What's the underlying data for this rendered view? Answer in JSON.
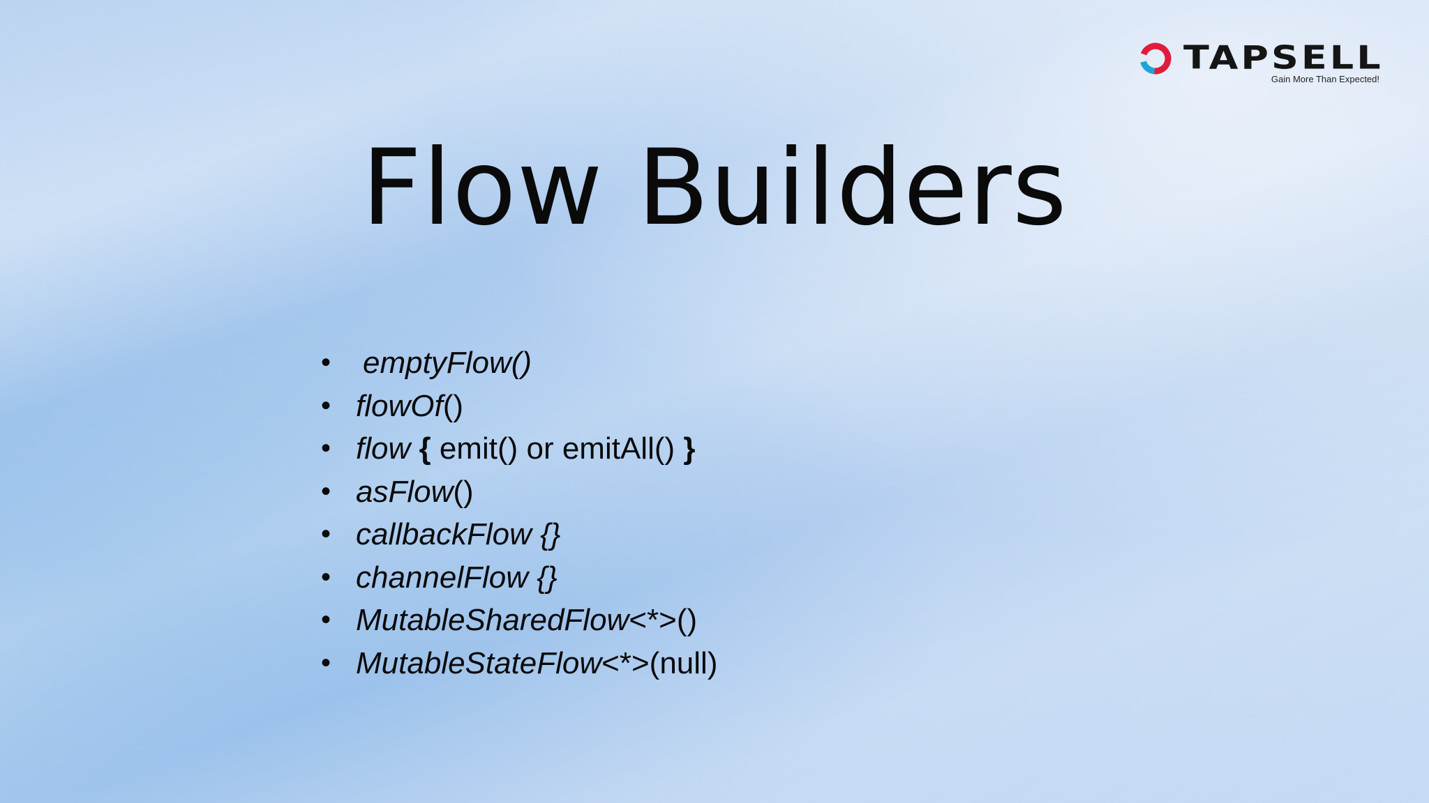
{
  "logo": {
    "wordmark": "TAPSELL",
    "tagline": "Gain More Than Expected!",
    "colors": {
      "ring_red": "#e11b3c",
      "ring_blue": "#1fa4d6",
      "text": "#151515"
    }
  },
  "title": "Flow Builders",
  "bullet_glyph": "•",
  "items": [
    {
      "parts": [
        {
          "t": "emptyFlow()",
          "s": "it"
        }
      ]
    },
    {
      "parts": [
        {
          "t": "flowOf",
          "s": "it"
        },
        {
          "t": "()",
          "s": ""
        }
      ]
    },
    {
      "parts": [
        {
          "t": "flow",
          "s": "it"
        },
        {
          "t": " {",
          "s": "b"
        },
        {
          "t": " emit() or emitAll() ",
          "s": ""
        },
        {
          "t": "}",
          "s": "b"
        }
      ]
    },
    {
      "parts": [
        {
          "t": "asFlow",
          "s": "it"
        },
        {
          "t": "()",
          "s": ""
        }
      ]
    },
    {
      "parts": [
        {
          "t": "callbackFlow {}",
          "s": "it"
        }
      ]
    },
    {
      "parts": [
        {
          "t": "channelFlow {}",
          "s": "it"
        }
      ]
    },
    {
      "parts": [
        {
          "t": "MutableSharedFlow",
          "s": "it"
        },
        {
          "t": "<*>()",
          "s": ""
        }
      ]
    },
    {
      "parts": [
        {
          "t": "MutableStateFlow",
          "s": "it"
        },
        {
          "t": "<*>(null)",
          "s": ""
        }
      ]
    }
  ]
}
